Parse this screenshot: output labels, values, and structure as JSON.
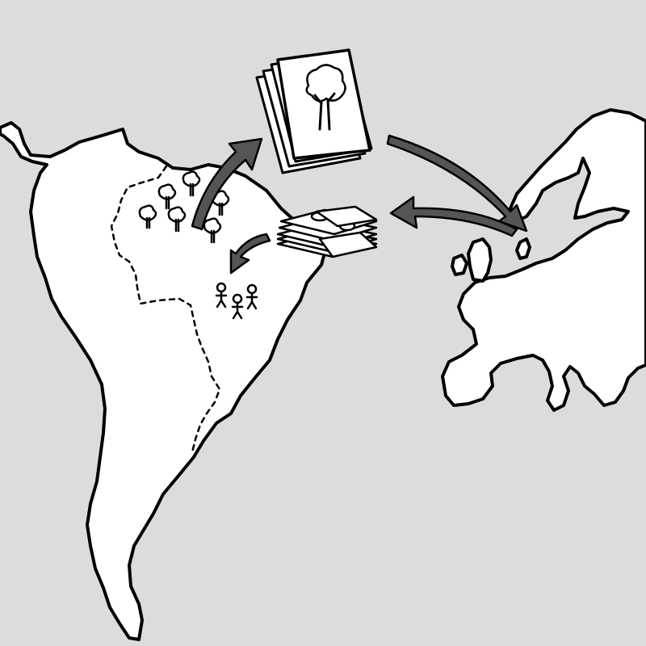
{
  "scene": {
    "background_color": "#dcdcdc",
    "land_color": "#ffffff",
    "ink_color": "#000000",
    "arrow_color": "#555555"
  },
  "regions": [
    "south-america",
    "europe"
  ],
  "icons": {
    "trees": "tree-icon",
    "people": "person-icon",
    "certificates": "certificate-stack-icon",
    "money": "money-stack-icon"
  },
  "flows": [
    {
      "from": "south-america-forest",
      "to": "certificate-stack"
    },
    {
      "from": "certificate-stack",
      "to": "europe"
    },
    {
      "from": "europe",
      "to": "money-stack"
    },
    {
      "from": "money-stack",
      "to": "south-america-people"
    }
  ]
}
